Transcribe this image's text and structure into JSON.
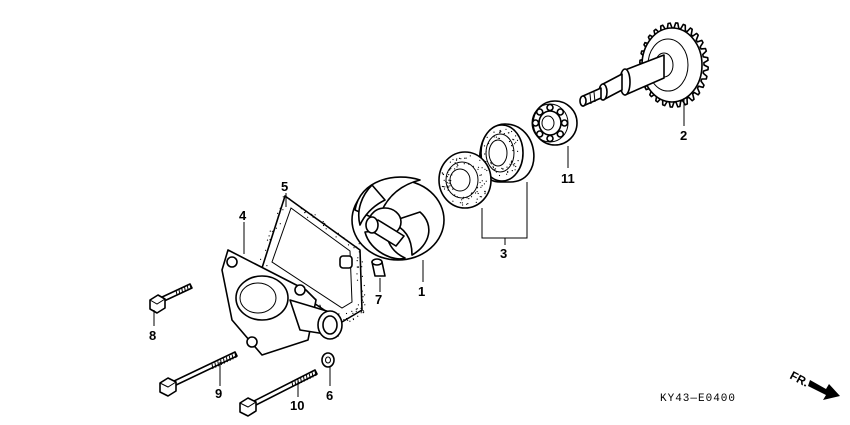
{
  "diagram": {
    "drawing_code": "KY43—E0400",
    "direction_label": "FR.",
    "callouts": [
      {
        "id": "1",
        "label": "1",
        "part": "impeller"
      },
      {
        "id": "2",
        "label": "2",
        "part": "pump-shaft-gear"
      },
      {
        "id": "3",
        "label": "3",
        "part": "seal-set"
      },
      {
        "id": "4",
        "label": "4",
        "part": "pump-cover"
      },
      {
        "id": "5",
        "label": "5",
        "part": "cover-gasket"
      },
      {
        "id": "6",
        "label": "6",
        "part": "washer"
      },
      {
        "id": "7",
        "label": "7",
        "part": "dowel-pin"
      },
      {
        "id": "8",
        "label": "8",
        "part": "bolt-short"
      },
      {
        "id": "9",
        "label": "9",
        "part": "bolt-long"
      },
      {
        "id": "10",
        "label": "10",
        "part": "bolt-long-2"
      },
      {
        "id": "11",
        "label": "11",
        "part": "bearing"
      }
    ]
  }
}
